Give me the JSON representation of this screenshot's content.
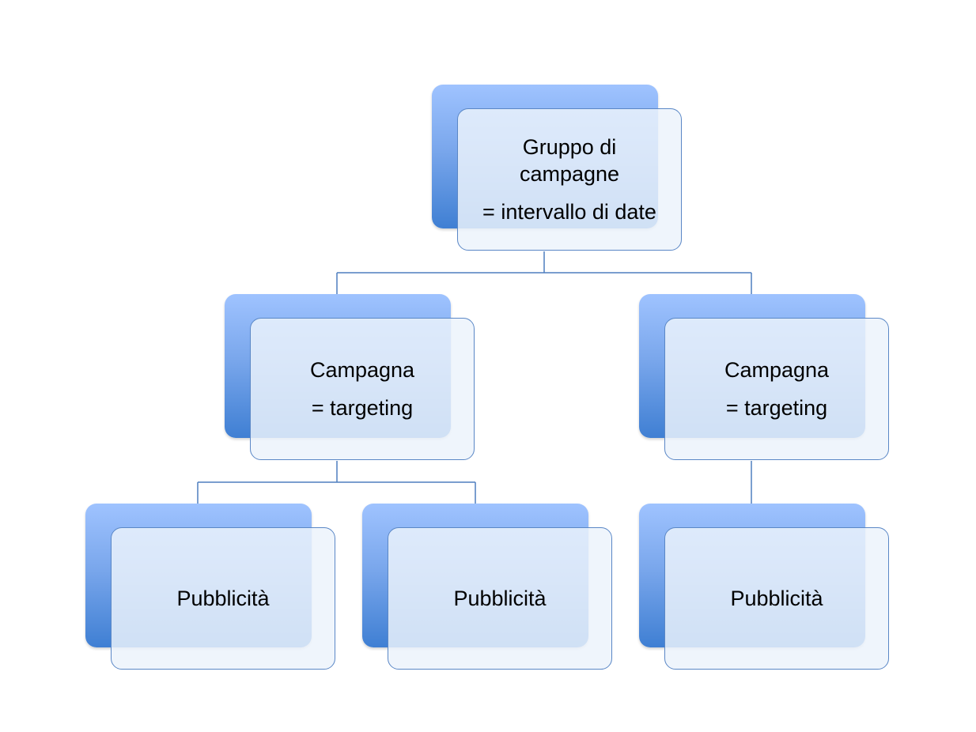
{
  "diagram": {
    "root": {
      "title_line1": "Gruppo di",
      "title_line2": "campagne",
      "subtitle": "= intervallo di date"
    },
    "campaign_left": {
      "title": "Campagna",
      "subtitle": "= targeting"
    },
    "campaign_right": {
      "title": "Campagna",
      "subtitle": "= targeting"
    },
    "ad_1": {
      "label": "Pubblicità"
    },
    "ad_2": {
      "label": "Pubblicità"
    },
    "ad_3": {
      "label": "Pubblicità"
    }
  },
  "colors": {
    "connector": "#4f7fbf",
    "back_gradient_top": "#9fc3ff",
    "back_gradient_bottom": "#3f7fd3",
    "front_fill": "#ecf3fc",
    "front_border": "#5a87c6"
  }
}
